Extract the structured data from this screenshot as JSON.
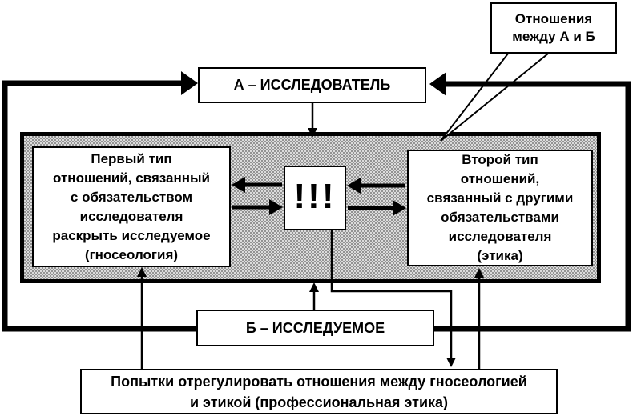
{
  "diagram": {
    "callout": {
      "lines": [
        "Отношения",
        "между А и Б"
      ]
    },
    "researcher_box": {
      "label": "А – ИССЛЕДОВАТЕЛЬ"
    },
    "subject_box": {
      "label": "Б – ИССЛЕДУЕМОЕ"
    },
    "first_type_box": {
      "lines": [
        "Первый тип",
        "отношений, связанный",
        "с обязательством",
        "исследователя",
        "раскрыть исследуемое",
        "(гносеология)"
      ]
    },
    "second_type_box": {
      "lines": [
        "Второй тип",
        "отношений,",
        "связанный с другими",
        "обязательствами",
        "исследователя",
        "(этика)"
      ]
    },
    "conflict_box": {
      "label": "!!!"
    },
    "attempts_box": {
      "lines": [
        "Попытки отрегулировать отношения между гносеологией",
        "и этикой (профессиональная этика)"
      ]
    },
    "colors": {
      "line": "#000000",
      "box_background": "#ffffff",
      "text": "#000000",
      "halftone_dark": "#939393",
      "halftone_light": "#dcdcdc"
    }
  }
}
